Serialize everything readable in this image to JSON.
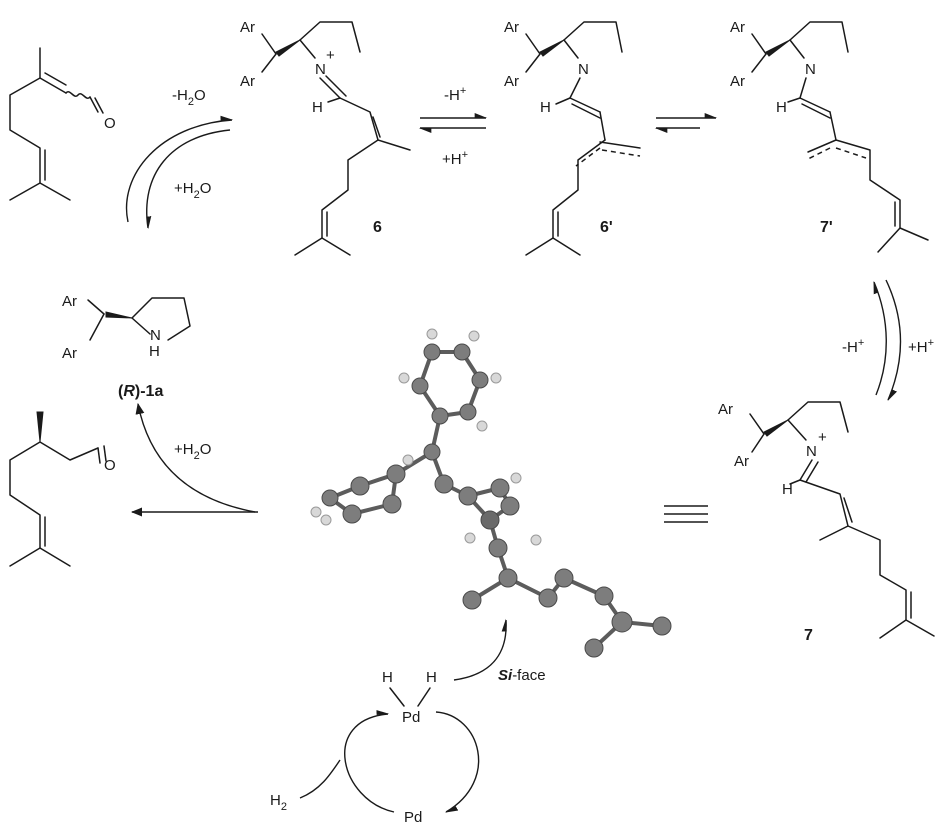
{
  "atoms": {
    "aryl": "Ar",
    "nitrogen": "N",
    "hydrogen": "H",
    "oxygen": "O",
    "palladium": "Pd",
    "plus": "+"
  },
  "arrows": {
    "dehydration": "-H2O",
    "hydration": "+H2O",
    "deprotonation": "-H+",
    "protonation": "+H+",
    "hydration_release": "+H2O"
  },
  "formula_parts": {
    "h": "H",
    "o": "O",
    "two": "2",
    "plus": "+",
    "minus_sign": "-",
    "plus_sign": "+"
  },
  "compounds": {
    "c6": "6",
    "c6p": "6'",
    "c7p": "7'",
    "c7": "7",
    "catalyst_prefix": "(",
    "catalyst_r": "R",
    "catalyst_suffix": ")-1a"
  },
  "face": {
    "italic": "Si",
    "rest": "-face"
  },
  "pd_cycle": {
    "top": "Pd",
    "bottom": "Pd",
    "h2_base": "H",
    "h2_sub": "2"
  },
  "model_colors": {
    "carbon": "#7d7d7d",
    "hydrogen": "#d8d8d8",
    "nitrogen": "#6a6a6a",
    "bond": "#5c5c5c"
  }
}
